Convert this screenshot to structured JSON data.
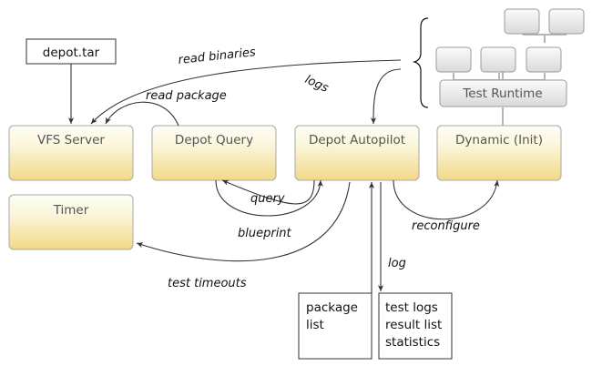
{
  "components": {
    "vfs_server": "VFS Server",
    "depot_query": "Depot Query",
    "depot_autopilot": "Depot Autopilot",
    "dynamic_init": "Dynamic (Init)",
    "timer": "Timer",
    "test_runtime": "Test Runtime"
  },
  "files": {
    "depot_tar": "depot.tar",
    "package_list": [
      "package",
      "list"
    ],
    "results": [
      "test logs",
      "result list",
      "statistics"
    ]
  },
  "edges": {
    "read_binaries": "read binaries",
    "read_package": "read package",
    "logs": "logs",
    "query": "query",
    "blueprint": "blueprint",
    "reconfigure": "reconfigure",
    "log": "log",
    "test_timeouts": "test timeouts"
  },
  "colors": {
    "component_top": "#fdfdf5",
    "component_bottom": "#f3dc8a",
    "component_border": "#a8a8a8",
    "runtime_top": "#fafafa",
    "runtime_bottom": "#dcdcdc",
    "wire": "#333333"
  }
}
